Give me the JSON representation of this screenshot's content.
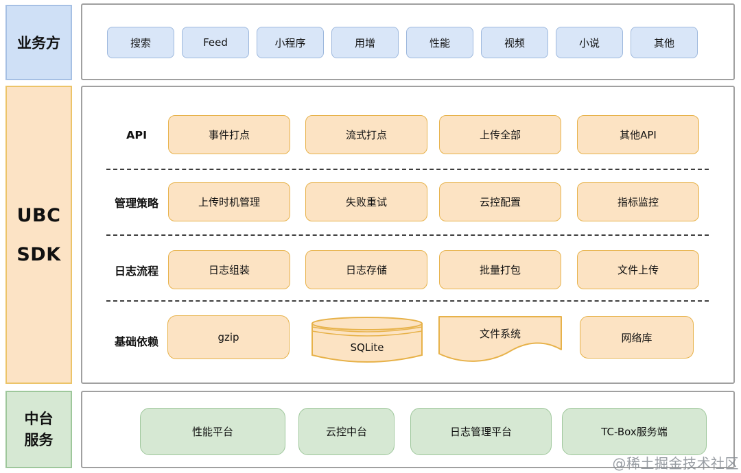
{
  "left_rail": {
    "business": "业务方",
    "sdk_line1": "UBC",
    "sdk_line2": "SDK",
    "platform_line1": "中台",
    "platform_line2": "服务"
  },
  "business_parties": {
    "items": [
      "搜索",
      "Feed",
      "小程序",
      "用增",
      "性能",
      "视频",
      "小说",
      "其他"
    ]
  },
  "sdk_rows": [
    {
      "label": "API",
      "items": [
        "事件打点",
        "流式打点",
        "上传全部",
        "其他API"
      ]
    },
    {
      "label": "管理策略",
      "items": [
        "上传时机管理",
        "失败重试",
        "云控配置",
        "指标监控"
      ]
    },
    {
      "label": "日志流程",
      "items": [
        "日志组装",
        "日志存储",
        "批量打包",
        "文件上传"
      ]
    },
    {
      "label": "基础依赖",
      "items": [
        "gzip",
        "SQLite",
        "文件系统",
        "网络库"
      ]
    }
  ],
  "platform_services": {
    "items": [
      "性能平台",
      "云控中台",
      "日志管理平台",
      "TC-Box服务端"
    ]
  },
  "watermark": "@稀土掘金技术社区",
  "colors": {
    "blue_fill": "#d9e6f8",
    "blue_border": "#9db8dd",
    "orange_fill": "#fce3c3",
    "orange_border": "#e7b24a",
    "green_fill": "#d6e8d3",
    "green_border": "#9ec79b",
    "container_border": "#a0a0a0",
    "dash": "#3c3c3c",
    "watermark": "#878c93"
  }
}
